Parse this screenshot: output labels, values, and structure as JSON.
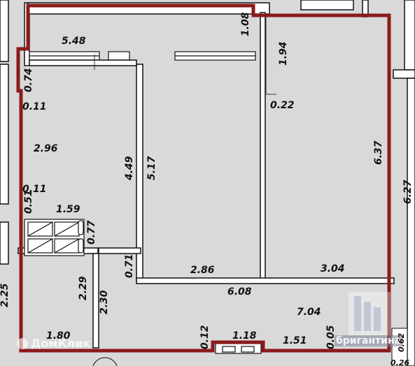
{
  "plan": {
    "dimensions": {
      "d_5_48": "5.48",
      "d_1_08": "1.08",
      "d_1_94": "1.94",
      "d_0_74": "0.74",
      "d_0_11_top": "0.11",
      "d_0_22": "0.22",
      "d_2_96": "2.96",
      "d_4_49": "4.49",
      "d_5_17": "5.17",
      "d_6_37": "6.37",
      "d_6_27": "6.27",
      "d_0_11_mid": "0.11",
      "d_0_51": "0.51",
      "d_1_59": "1.59",
      "d_0_77": "0.77",
      "d_0_71": "0.71",
      "d_2_86": "2.86",
      "d_3_04": "3.04",
      "d_6_08": "6.08",
      "d_2_29": "2.29",
      "d_2_30": "2.30",
      "d_2_25": "2.25",
      "d_7_04": "7.04",
      "d_1_80": "1.80",
      "d_0_12": "0.12",
      "d_1_18": "1.18",
      "d_1_51": "1.51",
      "d_0_05": "0.05",
      "d_0_62": "0.62",
      "d_0_26": "0.26"
    },
    "watermarks": {
      "domclick": "ДомКлик",
      "brigantina": "бригантина"
    },
    "colors": {
      "background": "#d9d9d9",
      "boundary": "#8b1a1a",
      "walls": "#ffffff",
      "wall_stroke": "#111111"
    }
  }
}
